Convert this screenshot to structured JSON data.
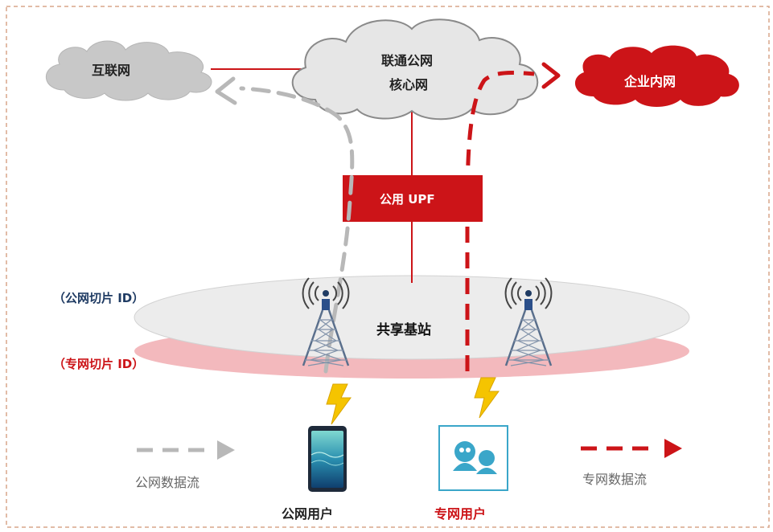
{
  "colors": {
    "frame": "#d9a58a",
    "red": "#cc1418",
    "gray": "#b8b8b8",
    "cloud_gray": "#c8c8c8",
    "cloud_core": "#e6e6e6",
    "ellipse_top": "#ececec",
    "ellipse_bottom": "#f3b9bd",
    "tower": "#3a5b86",
    "bolt": "#f5c400",
    "teal": "#3aa6c9",
    "label_blue": "#1f3b63",
    "label_red": "#cc1418"
  },
  "clouds": {
    "internet": "互联网",
    "core_line1": "联通公网",
    "core_line2": "核心网",
    "enterprise": "企业内网"
  },
  "upf": {
    "label": "公用 UPF"
  },
  "base_station": {
    "label": "共享基站"
  },
  "slices": {
    "public_id": "（公网切片 ID）",
    "private_id": "（专网切片 ID）"
  },
  "legend": {
    "public_flow": "公网数据流",
    "private_flow": "专网数据流"
  },
  "users": {
    "public": "公网用户",
    "private": "专网用户"
  },
  "icons": [
    "antenna-tower-icon",
    "lightning-icon",
    "smartphone-icon",
    "users-icon",
    "arrow-icon"
  ]
}
